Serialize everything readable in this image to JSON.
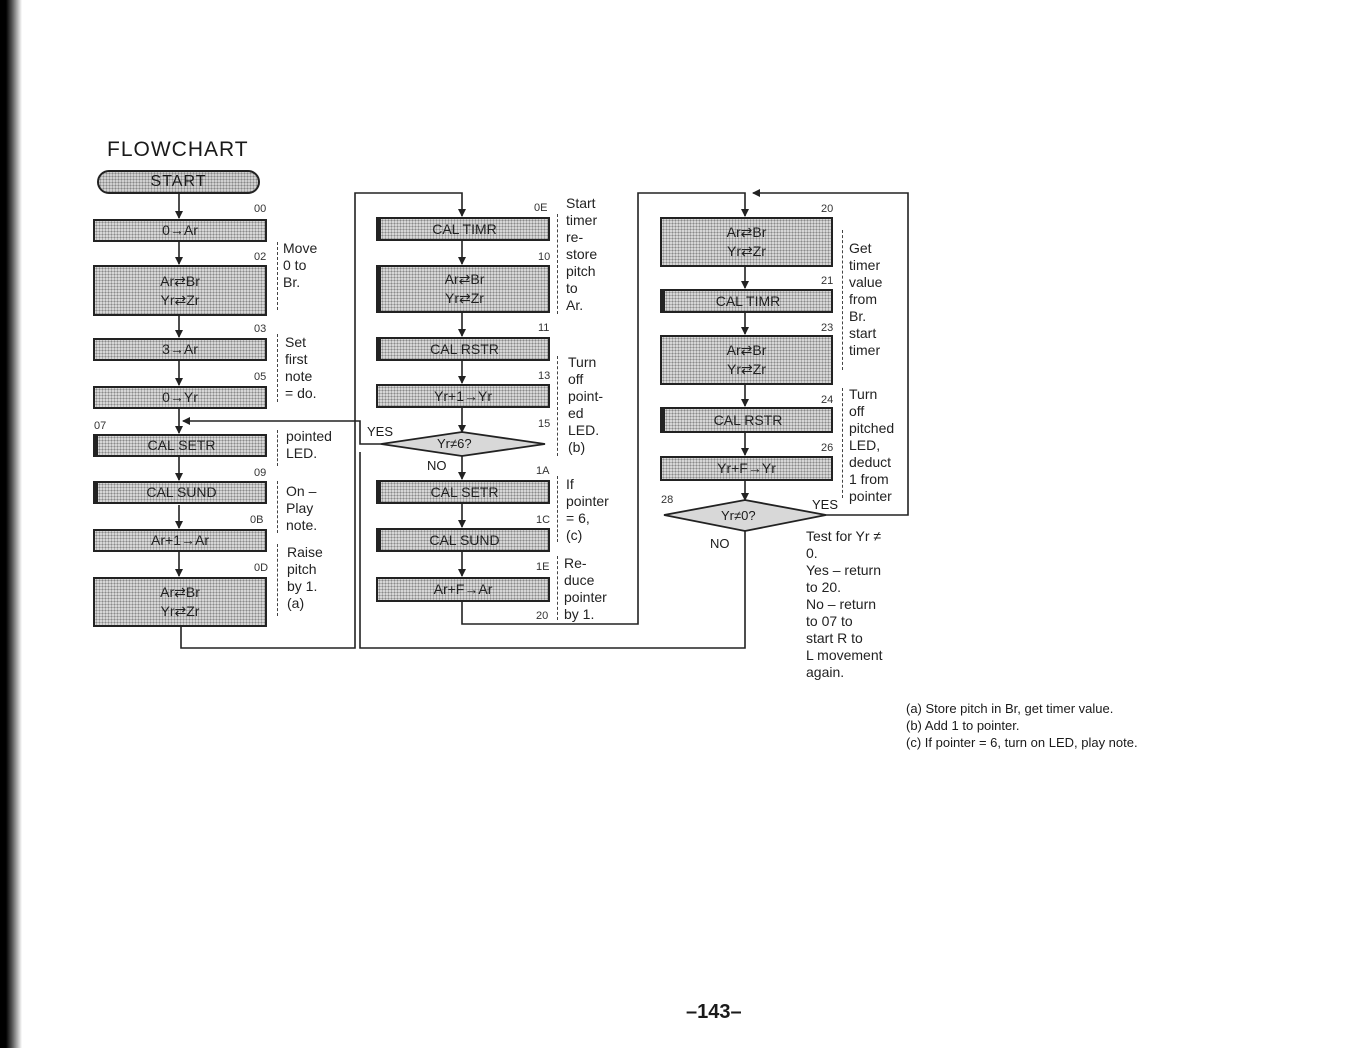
{
  "title": "FLOWCHART",
  "start_label": "START",
  "column1": {
    "steps": [
      {
        "num": "00",
        "lines": [
          "0→Ar"
        ]
      },
      {
        "num": "02",
        "lines": [
          "Ar⇄Br",
          "Yr⇄Zr"
        ]
      },
      {
        "num": "03",
        "lines": [
          "3→Ar"
        ]
      },
      {
        "num": "05",
        "lines": [
          "0→Yr"
        ]
      },
      {
        "num": "07",
        "lines": [
          "CAL SETR"
        ]
      },
      {
        "num": "09",
        "lines": [
          "CAL SUND"
        ]
      },
      {
        "num": "0B",
        "lines": [
          "Ar+1→Ar"
        ]
      },
      {
        "num": "0D",
        "lines": [
          "Ar⇄Br",
          "Yr⇄Zr"
        ]
      }
    ],
    "comments": [
      [
        "Move",
        "0 to",
        "Br."
      ],
      [
        "Set",
        "first",
        "note",
        "= do."
      ],
      [
        "pointed",
        "LED."
      ],
      [
        "On –",
        "Play",
        "note."
      ],
      [
        "Raise",
        "pitch",
        "by 1.",
        "(a)"
      ]
    ]
  },
  "column2": {
    "steps": [
      {
        "num": "0E",
        "lines": [
          "CAL TIMR"
        ]
      },
      {
        "num": "10",
        "lines": [
          "Ar⇄Br",
          "Yr⇄Zr"
        ]
      },
      {
        "num": "11",
        "lines": [
          "CAL RSTR"
        ]
      },
      {
        "num": "13",
        "lines": [
          "Yr+1→Yr"
        ]
      },
      {
        "num": "15",
        "lines": [
          "Yr≠6?"
        ]
      },
      {
        "num": "1A",
        "lines": [
          "CAL SETR"
        ]
      },
      {
        "num": "1C",
        "lines": [
          "CAL SUND"
        ]
      },
      {
        "num": "1E",
        "lines": [
          "Ar+F→Ar"
        ]
      }
    ],
    "decision_yes": "YES",
    "decision_no": "NO",
    "exit_num": "20",
    "comments": [
      [
        "Start",
        "timer",
        "re-",
        "store",
        "pitch",
        "to",
        "Ar."
      ],
      [
        "Turn",
        "off",
        "point-",
        "ed",
        "LED.",
        "(b)"
      ],
      [
        "If",
        "pointer",
        "= 6,",
        "(c)"
      ],
      [
        "Re-",
        "duce",
        "pointer",
        "by 1."
      ]
    ]
  },
  "column3": {
    "steps": [
      {
        "num": "20",
        "lines": [
          "Ar⇄Br",
          "Yr⇄Zr"
        ]
      },
      {
        "num": "21",
        "lines": [
          "CAL TIMR"
        ]
      },
      {
        "num": "23",
        "lines": [
          "Ar⇄Br",
          "Yr⇄Zr"
        ]
      },
      {
        "num": "24",
        "lines": [
          "CAL RSTR"
        ]
      },
      {
        "num": "26",
        "lines": [
          "Yr+F→Yr"
        ]
      },
      {
        "num": "28",
        "lines": [
          "Yr≠0?"
        ]
      }
    ],
    "decision_yes": "YES",
    "decision_no": "NO",
    "comments": [
      [
        "Get",
        "timer",
        "value",
        "from",
        "Br.",
        "start",
        "timer"
      ],
      [
        "Turn",
        "off",
        "pitched",
        "LED,",
        "deduct",
        "1 from",
        "pointer"
      ],
      [
        "Test for Yr ≠",
        "0.",
        "Yes – return",
        "to 20.",
        "No – return",
        "to 07 to",
        "start R to",
        "L movement",
        "again."
      ]
    ]
  },
  "footnotes": [
    "(a)  Store pitch in Br, get timer value.",
    "(b)  Add 1 to pointer.",
    "(c)  If pointer = 6, turn on LED, play note."
  ],
  "page_number": "–143–"
}
